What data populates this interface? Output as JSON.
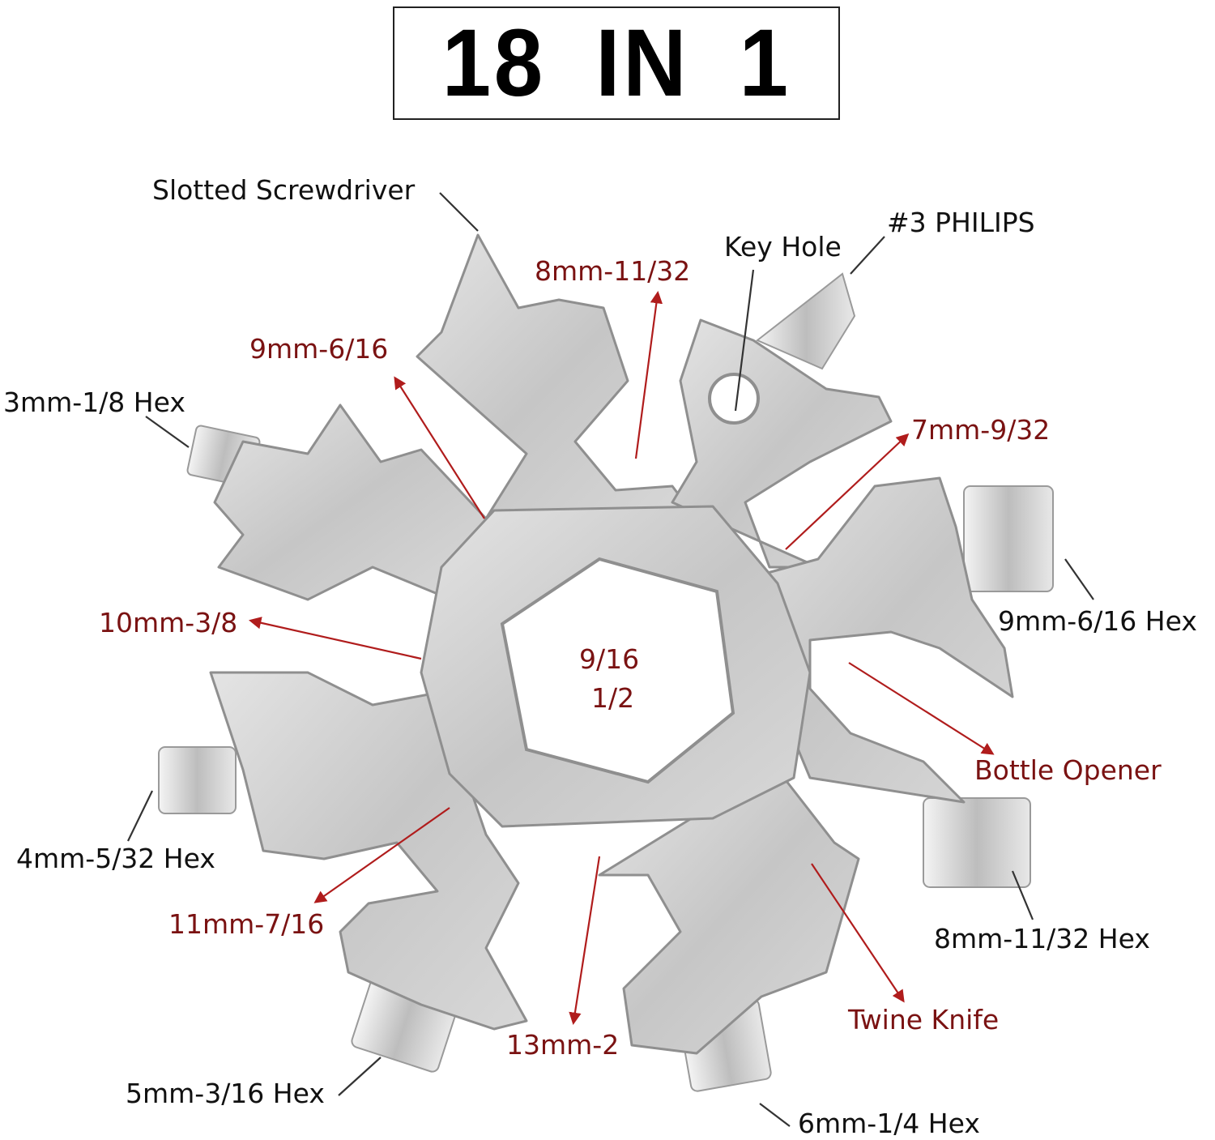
{
  "title": "18 IN 1",
  "colors": {
    "label_dark": "#111111",
    "label_red": "#7a1212",
    "arrow_red": "#b01c1c",
    "leader": "#333333",
    "steel": "#c9c9c9",
    "steel_edge": "#9a9a9a"
  },
  "labels": {
    "slotted_screwdriver": "Slotted Screwdriver",
    "philips": "#3 PHILIPS",
    "key_hole": "Key Hole",
    "hex_3mm": "3mm-1/8 Hex",
    "hex_9mm": "9mm-6/16 Hex",
    "hex_4mm": "4mm-5/32 Hex",
    "hex_8mm": "8mm-11/32 Hex",
    "hex_5mm": "5mm-3/16 Hex",
    "hex_6mm": "6mm-1/4 Hex",
    "wrench_8mm": "8mm-11/32",
    "wrench_9mm": "9mm-6/16",
    "wrench_7mm": "7mm-9/32",
    "wrench_10mm": "10mm-3/8",
    "wrench_11mm": "11mm-7/16",
    "wrench_13mm": "13mm-2",
    "center_top": "9/16",
    "center_bottom": "1/2",
    "bottle_opener": "Bottle Opener",
    "twine_knife": "Twine Knife"
  }
}
